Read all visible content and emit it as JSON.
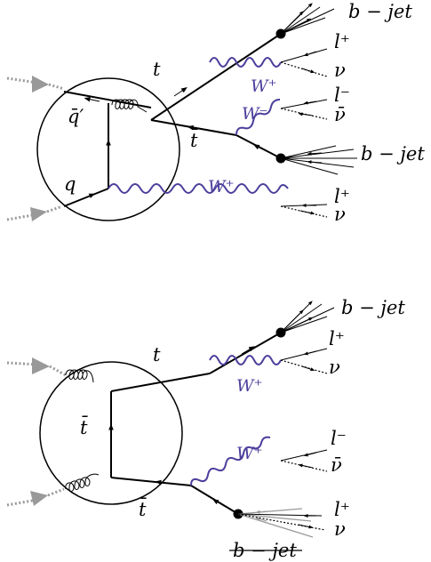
{
  "colors": {
    "wboson": "#4b3f9c",
    "incoming": "#999999",
    "ink": "#000000"
  },
  "diagram_top": {
    "t": "t",
    "tbar": "t̄",
    "qprime_bar": "q̄′",
    "q": "q",
    "w_plus_top": "W⁺",
    "w_minus": "W⁻",
    "w_plus_bottom": "W⁺",
    "b_jet_1": "b − jet",
    "b_jet_2": "b − jet",
    "l_plus_1": "l⁺",
    "nu_1": "ν",
    "l_minus": "l⁻",
    "nubar": "ν̄",
    "l_plus_2": "l⁺",
    "nu_2": "ν"
  },
  "diagram_bottom": {
    "t": "t",
    "tbar_internal": "t̄",
    "tbar_out": "t̄",
    "w_plus_top": "W⁺",
    "w_plus_bottom": "W⁺",
    "b_jet_top": "b − jet",
    "b_jet_bottom_struck": "b − jet",
    "l_plus_1": "l⁺",
    "nu_1": "ν",
    "l_minus": "l⁻",
    "nubar": "ν̄",
    "l_plus_2": "l⁺",
    "nu_2": "ν"
  }
}
